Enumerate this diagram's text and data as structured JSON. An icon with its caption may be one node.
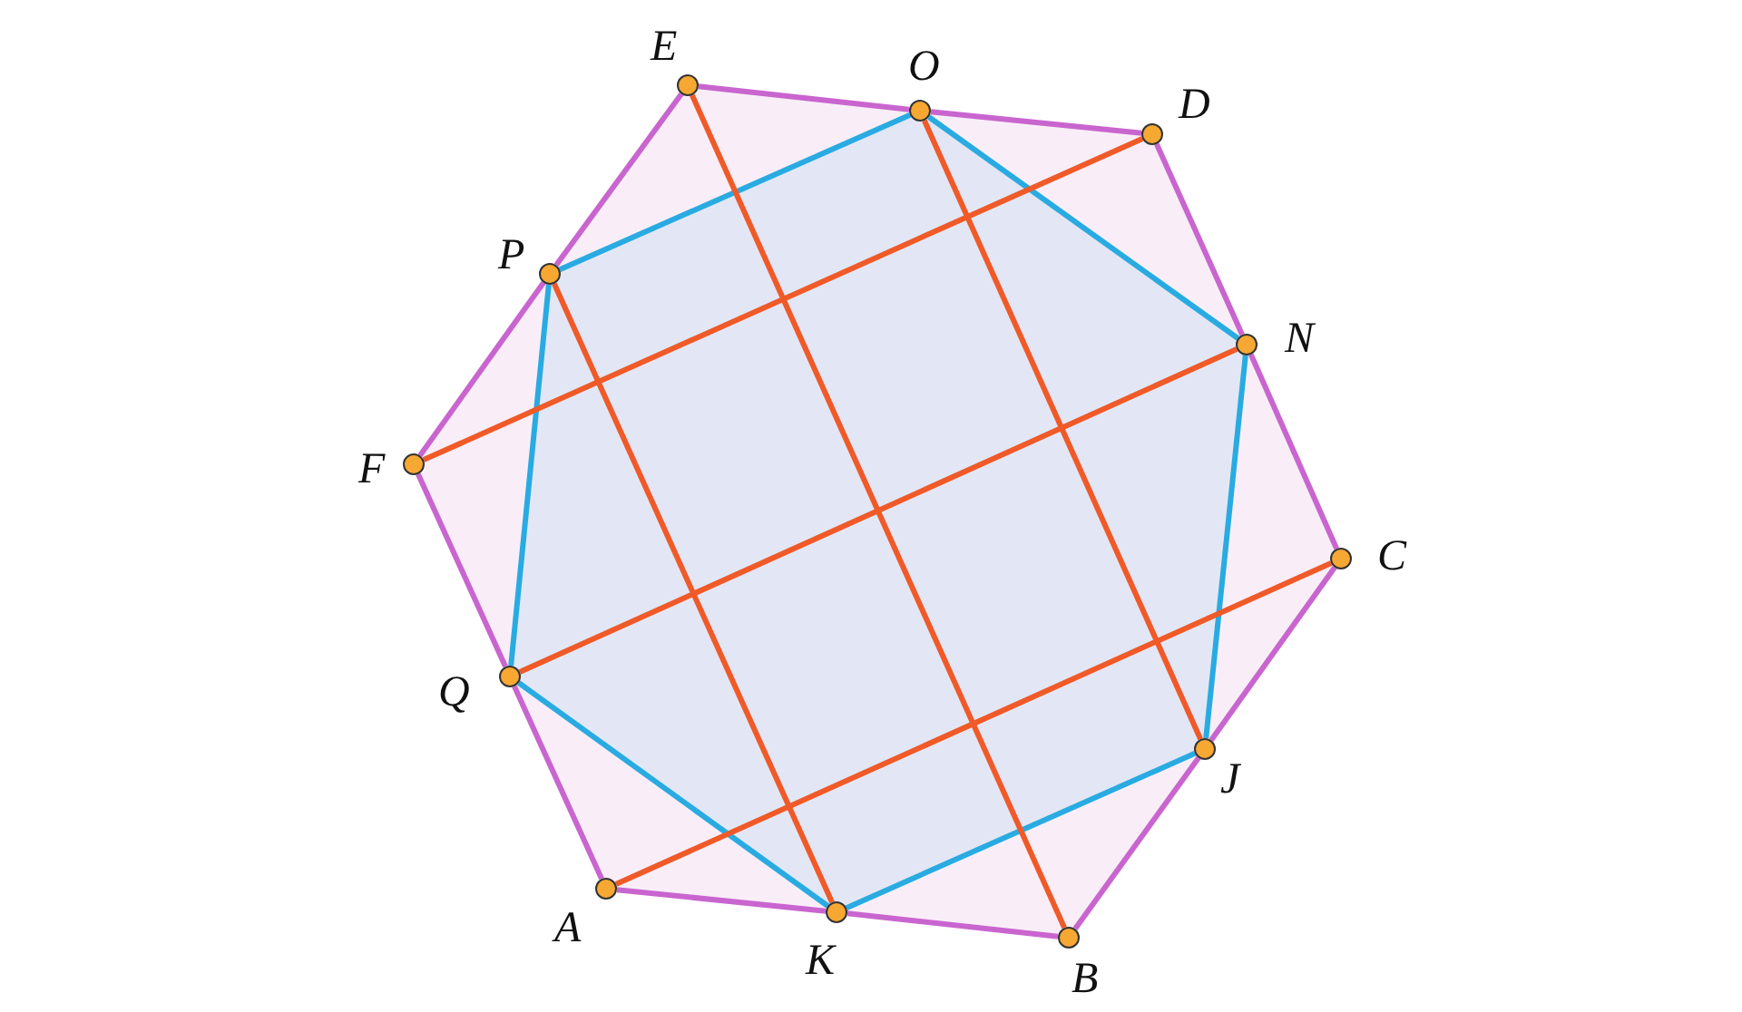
{
  "diagram": {
    "nodes": [
      {
        "text": [
          "E"
        ]
      },
      {
        "text": [
          "O"
        ]
      },
      {
        "text": [
          "D"
        ]
      },
      {
        "text": [
          "P"
        ]
      },
      {
        "text": [
          "N"
        ]
      },
      {
        "text": [
          "F"
        ]
      },
      {
        "text": [
          "C"
        ]
      },
      {
        "text": [
          "Q"
        ]
      },
      {
        "text": [
          "J"
        ]
      },
      {
        "text": [
          "A"
        ]
      },
      {
        "text": [
          "K"
        ]
      },
      {
        "text": [
          "B"
        ]
      }
    ],
    "edges": [
      {
        "from": 0,
        "to": 1,
        "arrow": "none"
      },
      {
        "from": 1,
        "to": 2,
        "arrow": "none"
      },
      {
        "from": 2,
        "to": 4,
        "arrow": "none"
      },
      {
        "from": 4,
        "to": 6,
        "arrow": "none"
      },
      {
        "from": 6,
        "to": 8,
        "arrow": "none"
      },
      {
        "from": 8,
        "to": 11,
        "arrow": "none"
      },
      {
        "from": 11,
        "to": 10,
        "arrow": "none"
      },
      {
        "from": 10,
        "to": 9,
        "arrow": "none"
      },
      {
        "from": 9,
        "to": 7,
        "arrow": "none"
      },
      {
        "from": 7,
        "to": 5,
        "arrow": "none"
      },
      {
        "from": 5,
        "to": 3,
        "arrow": "none"
      },
      {
        "from": 3,
        "to": 0,
        "arrow": "none"
      },
      {
        "from": 3,
        "to": 1,
        "arrow": "none",
        "color": "#29abe2"
      },
      {
        "from": 1,
        "to": 4,
        "arrow": "none",
        "color": "#29abe2"
      },
      {
        "from": 4,
        "to": 8,
        "arrow": "none",
        "color": "#29abe2"
      },
      {
        "from": 8,
        "to": 10,
        "arrow": "none",
        "color": "#29abe2"
      },
      {
        "from": 10,
        "to": 7,
        "arrow": "none",
        "color": "#29abe2"
      },
      {
        "from": 7,
        "to": 3,
        "arrow": "none",
        "color": "#29abe2"
      },
      {
        "from": 0,
        "to": 11,
        "arrow": "none",
        "color": "#f05a28"
      },
      {
        "from": 1,
        "to": 8,
        "arrow": "none",
        "color": "#f05a28"
      },
      {
        "from": 3,
        "to": 10,
        "arrow": "none",
        "color": "#f05a28"
      },
      {
        "from": 2,
        "to": 5,
        "arrow": "none",
        "color": "#f05a28"
      },
      {
        "from": 4,
        "to": 7,
        "arrow": "none",
        "color": "#f05a28"
      },
      {
        "from": 6,
        "to": 9,
        "arrow": "none",
        "color": "#f05a28"
      }
    ]
  }
}
